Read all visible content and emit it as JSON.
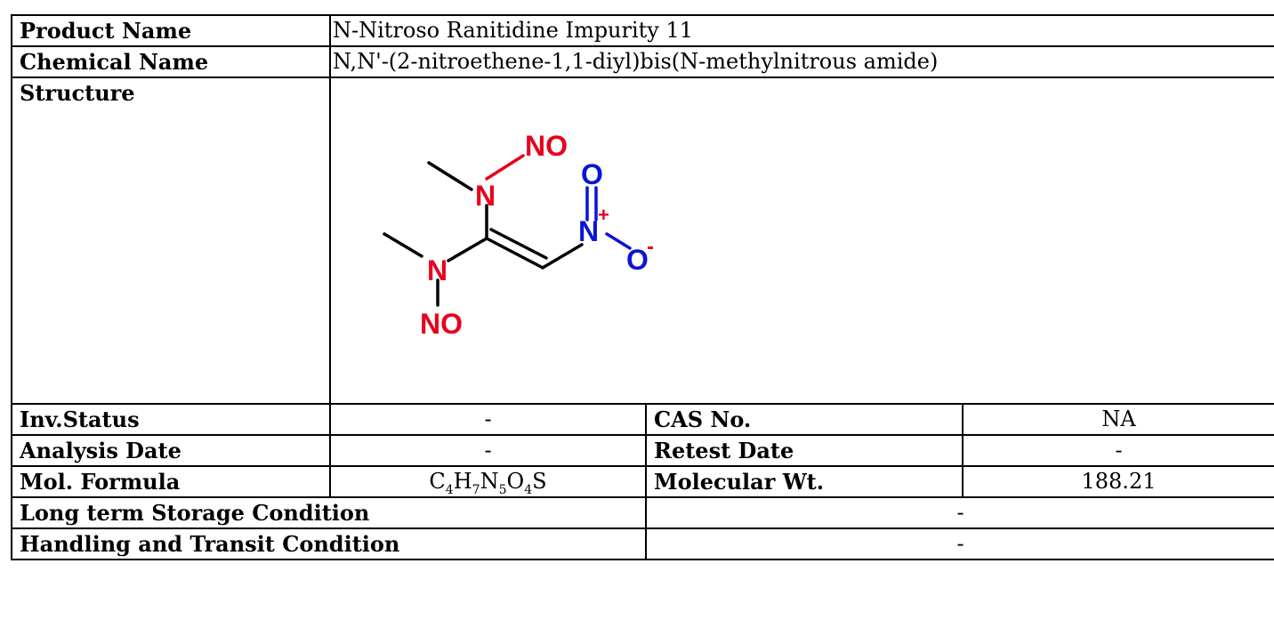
{
  "rows": {
    "product_name": {
      "label": "Product Name",
      "value": "N-Nitroso Ranitidine Impurity 11"
    },
    "chemical_name": {
      "label": "Chemical Name",
      "value": "N,N'-(2-nitroethene-1,1-diyl)bis(N-methylnitrous amide)"
    },
    "structure": {
      "label": "Structure"
    },
    "inv_status": {
      "label": "Inv.Status",
      "value": "-"
    },
    "cas_no": {
      "label": "CAS No.",
      "value": "NA"
    },
    "analysis_date": {
      "label": "Analysis Date",
      "value": "-"
    },
    "retest_date": {
      "label": "Retest Date",
      "value": "-"
    },
    "mol_formula": {
      "label": "Mol. Formula",
      "parts": [
        {
          "el": "C",
          "n": "4"
        },
        {
          "el": "H",
          "n": "7"
        },
        {
          "el": "N",
          "n": "5"
        },
        {
          "el": "O",
          "n": "4"
        },
        {
          "el": "S",
          "n": ""
        }
      ]
    },
    "molecular_wt": {
      "label": "Molecular Wt.",
      "value": "188.21"
    },
    "long_term_storage": {
      "label": "Long term Storage Condition",
      "value": "-"
    },
    "handling_transit": {
      "label": "Handling and Transit Condition",
      "value": "-"
    }
  },
  "structure_atoms": {
    "no_top": "NO",
    "n_top": "N",
    "o_double": "O",
    "n_plus": "N",
    "plus_charge": "+",
    "o_minus": "O",
    "minus_charge": "-",
    "n_bottom": "N",
    "no_bottom": "NO"
  },
  "colors": {
    "nitroso_red": "#e8001c",
    "nitro_blue": "#0a14d6",
    "bond_black": "#000000"
  }
}
